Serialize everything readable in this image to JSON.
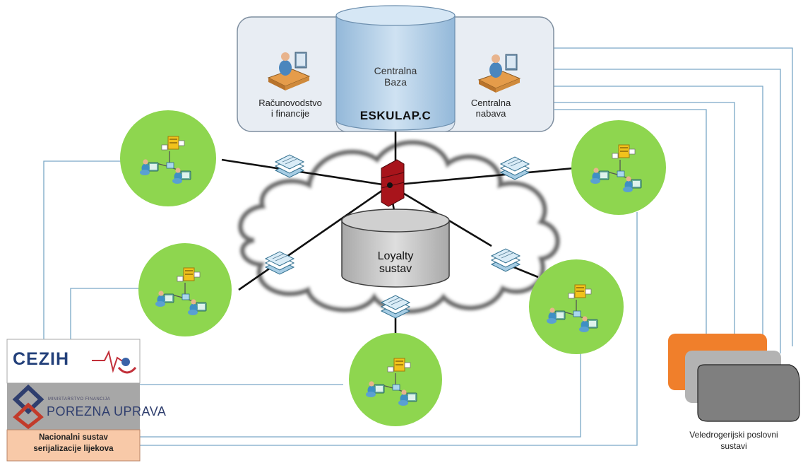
{
  "central": {
    "left_label": "Računovodstvo\ni financije",
    "db_label": "Centralna\nBaza",
    "db_name": "ESKULAP.C",
    "right_label": "Centralna\nnabava"
  },
  "loyalty": {
    "label": "Loyalty\nsustav"
  },
  "external": {
    "cezih": "CEZIH",
    "porezna_ministry": "MINISTARSTVO FINANCIJA",
    "porezna": "POREZNA UPRAVA",
    "nacionalni": "Nacionalni sustav\nserijalizacije lijekova",
    "veledrogerijski": "Veledrogerijski  poslovni\nsustavi"
  },
  "colors": {
    "node_green": "#8ed64f",
    "db_blue": "#b7d3ec",
    "loyalty_gray": "#c8c8c8",
    "firewall_red": "#a8141b",
    "orange": "#f07f2b",
    "nac_bg": "#f8c9a8",
    "connector": "#7aa7c7"
  }
}
